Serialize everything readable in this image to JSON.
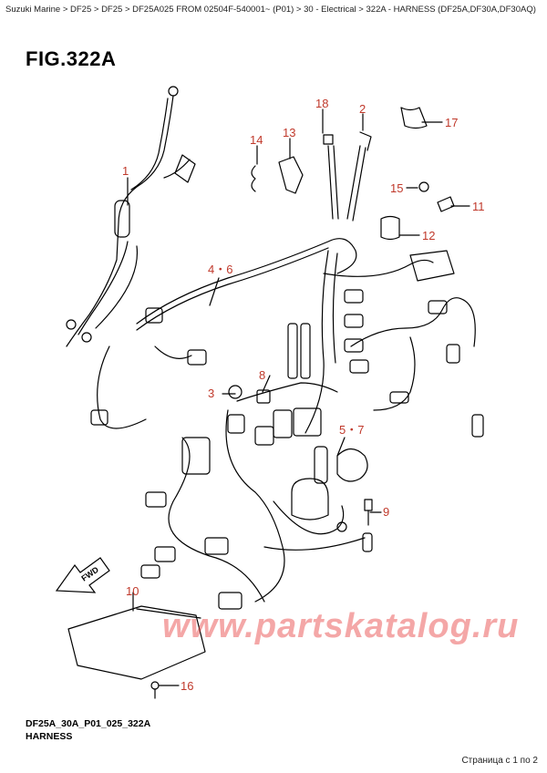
{
  "breadcrumb": "Suzuki Marine > DF25 > DF25 > DF25A025 FROM 02504F-540001~ (P01) > 30 - Electrical > 322A - HARNESS (DF25A,DF30A,DF30AQ)",
  "figure": {
    "title": "FIG.322A",
    "code": "DF25A_30A_P01_025_322A",
    "caption": "HARNESS"
  },
  "callouts": [
    {
      "id": "c1",
      "text": "1"
    },
    {
      "id": "c2",
      "text": "2"
    },
    {
      "id": "c3",
      "text": "3"
    },
    {
      "id": "c46",
      "text": "4・6"
    },
    {
      "id": "c57",
      "text": "5・7"
    },
    {
      "id": "c8",
      "text": "8"
    },
    {
      "id": "c9",
      "text": "9"
    },
    {
      "id": "c10",
      "text": "10"
    },
    {
      "id": "c11",
      "text": "11"
    },
    {
      "id": "c12",
      "text": "12"
    },
    {
      "id": "c13",
      "text": "13"
    },
    {
      "id": "c14",
      "text": "14"
    },
    {
      "id": "c15",
      "text": "15"
    },
    {
      "id": "c16",
      "text": "16"
    },
    {
      "id": "c17",
      "text": "17"
    },
    {
      "id": "c18",
      "text": "18"
    }
  ],
  "fwd_label": "FWD",
  "watermark": "www.partskatalog.ru",
  "pager": "Страница с 1 по 2",
  "colors": {
    "callout": "#c0392b",
    "line": "#000000",
    "watermark": "#e63c3c"
  }
}
